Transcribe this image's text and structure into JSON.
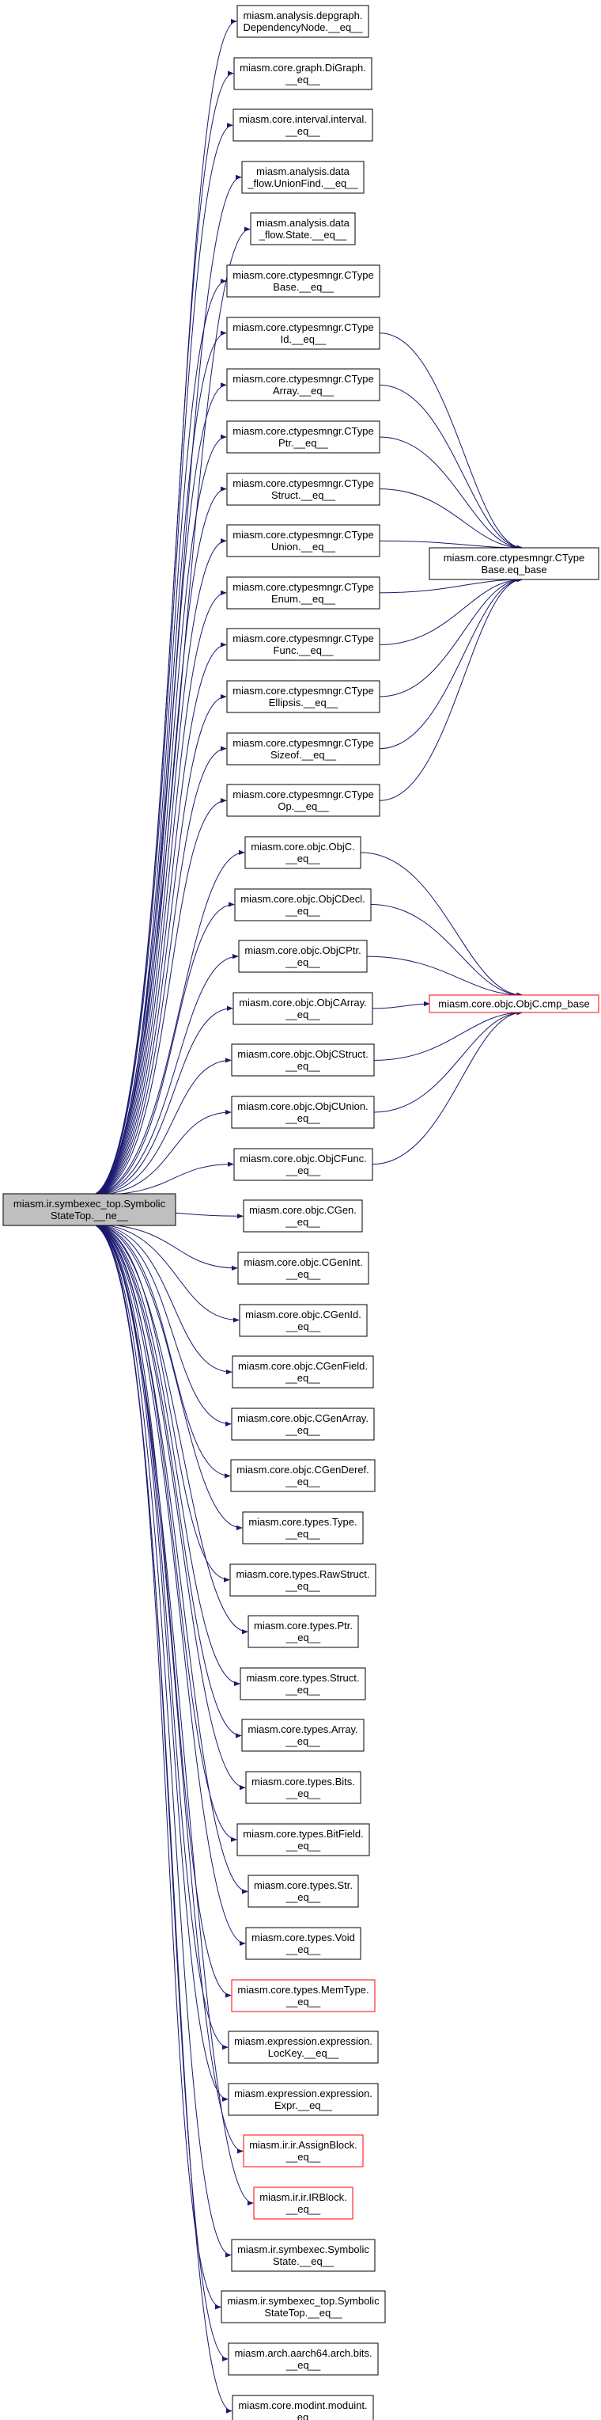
{
  "root": {
    "lines": [
      "miasm.ir.symbexec_top.Symbolic",
      "StateTop.__ne__"
    ]
  },
  "targets": [
    {
      "id": "cmp_base",
      "lines": [
        "miasm.core.objc.ObjC.cmp_base"
      ],
      "incomplete": true
    },
    {
      "id": "eq_base",
      "lines": [
        "miasm.core.ctypesmngr.CType",
        "Base.eq_base"
      ],
      "incomplete": false
    }
  ],
  "nodes": [
    {
      "lines": [
        "miasm.analysis.depgraph.",
        "DependencyNode.__eq__"
      ],
      "incomplete": false
    },
    {
      "lines": [
        "miasm.core.graph.DiGraph.",
        "__eq__"
      ],
      "incomplete": false
    },
    {
      "lines": [
        "miasm.core.interval.interval.",
        "__eq__"
      ],
      "incomplete": false
    },
    {
      "lines": [
        "miasm.analysis.data",
        "_flow.UnionFind.__eq__"
      ],
      "incomplete": false
    },
    {
      "lines": [
        "miasm.analysis.data",
        "_flow.State.__eq__"
      ],
      "incomplete": false
    },
    {
      "lines": [
        "miasm.core.ctypesmngr.CType",
        "Base.__eq__"
      ],
      "incomplete": false
    },
    {
      "lines": [
        "miasm.core.ctypesmngr.CType",
        "Id.__eq__"
      ],
      "incomplete": false,
      "link": "eq_base"
    },
    {
      "lines": [
        "miasm.core.ctypesmngr.CType",
        "Array.__eq__"
      ],
      "incomplete": false,
      "link": "eq_base"
    },
    {
      "lines": [
        "miasm.core.ctypesmngr.CType",
        "Ptr.__eq__"
      ],
      "incomplete": false,
      "link": "eq_base"
    },
    {
      "lines": [
        "miasm.core.ctypesmngr.CType",
        "Struct.__eq__"
      ],
      "incomplete": false,
      "link": "eq_base"
    },
    {
      "lines": [
        "miasm.core.ctypesmngr.CType",
        "Union.__eq__"
      ],
      "incomplete": false,
      "link": "eq_base"
    },
    {
      "lines": [
        "miasm.core.ctypesmngr.CType",
        "Enum.__eq__"
      ],
      "incomplete": false,
      "link": "eq_base"
    },
    {
      "lines": [
        "miasm.core.ctypesmngr.CType",
        "Func.__eq__"
      ],
      "incomplete": false,
      "link": "eq_base"
    },
    {
      "lines": [
        "miasm.core.ctypesmngr.CType",
        "Ellipsis.__eq__"
      ],
      "incomplete": false,
      "link": "eq_base"
    },
    {
      "lines": [
        "miasm.core.ctypesmngr.CType",
        "Sizeof.__eq__"
      ],
      "incomplete": false,
      "link": "eq_base"
    },
    {
      "lines": [
        "miasm.core.ctypesmngr.CType",
        "Op.__eq__"
      ],
      "incomplete": false,
      "link": "eq_base"
    },
    {
      "lines": [
        "miasm.core.objc.ObjC.",
        "__eq__"
      ],
      "incomplete": false,
      "link": "cmp_base"
    },
    {
      "lines": [
        "miasm.core.objc.ObjCDecl.",
        "__eq__"
      ],
      "incomplete": false,
      "link": "cmp_base"
    },
    {
      "lines": [
        "miasm.core.objc.ObjCPtr.",
        "__eq__"
      ],
      "incomplete": false,
      "link": "cmp_base"
    },
    {
      "lines": [
        "miasm.core.objc.ObjCArray.",
        "__eq__"
      ],
      "incomplete": false,
      "link": "cmp_base"
    },
    {
      "lines": [
        "miasm.core.objc.ObjCStruct.",
        "__eq__"
      ],
      "incomplete": false,
      "link": "cmp_base"
    },
    {
      "lines": [
        "miasm.core.objc.ObjCUnion.",
        "__eq__"
      ],
      "incomplete": false,
      "link": "cmp_base"
    },
    {
      "lines": [
        "miasm.core.objc.ObjCFunc.",
        "__eq__"
      ],
      "incomplete": false,
      "link": "cmp_base"
    },
    {
      "lines": [
        "miasm.core.objc.CGen.",
        "__eq__"
      ],
      "incomplete": false
    },
    {
      "lines": [
        "miasm.core.objc.CGenInt.",
        "__eq__"
      ],
      "incomplete": false
    },
    {
      "lines": [
        "miasm.core.objc.CGenId.",
        "__eq__"
      ],
      "incomplete": false
    },
    {
      "lines": [
        "miasm.core.objc.CGenField.",
        "__eq__"
      ],
      "incomplete": false
    },
    {
      "lines": [
        "miasm.core.objc.CGenArray.",
        "__eq__"
      ],
      "incomplete": false
    },
    {
      "lines": [
        "miasm.core.objc.CGenDeref.",
        "__eq__"
      ],
      "incomplete": false
    },
    {
      "lines": [
        "miasm.core.types.Type.",
        "__eq__"
      ],
      "incomplete": false
    },
    {
      "lines": [
        "miasm.core.types.RawStruct.",
        "__eq__"
      ],
      "incomplete": false
    },
    {
      "lines": [
        "miasm.core.types.Ptr.",
        "__eq__"
      ],
      "incomplete": false
    },
    {
      "lines": [
        "miasm.core.types.Struct.",
        "__eq__"
      ],
      "incomplete": false
    },
    {
      "lines": [
        "miasm.core.types.Array.",
        "__eq__"
      ],
      "incomplete": false
    },
    {
      "lines": [
        "miasm.core.types.Bits.",
        "__eq__"
      ],
      "incomplete": false
    },
    {
      "lines": [
        "miasm.core.types.BitField.",
        "__eq__"
      ],
      "incomplete": false
    },
    {
      "lines": [
        "miasm.core.types.Str.",
        "__eq__"
      ],
      "incomplete": false
    },
    {
      "lines": [
        "miasm.core.types.Void",
        "__eq__"
      ],
      "incomplete": false
    },
    {
      "lines": [
        "miasm.core.types.MemType.",
        "__eq__"
      ],
      "incomplete": true
    },
    {
      "lines": [
        "miasm.expression.expression.",
        "LocKey.__eq__"
      ],
      "incomplete": false
    },
    {
      "lines": [
        "miasm.expression.expression.",
        "Expr.__eq__"
      ],
      "incomplete": false
    },
    {
      "lines": [
        "miasm.ir.ir.AssignBlock.",
        "__eq__"
      ],
      "incomplete": true
    },
    {
      "lines": [
        "miasm.ir.ir.IRBlock.",
        "__eq__"
      ],
      "incomplete": true
    },
    {
      "lines": [
        "miasm.ir.symbexec.Symbolic",
        "State.__eq__"
      ],
      "incomplete": false
    },
    {
      "lines": [
        "miasm.ir.symbexec_top.Symbolic",
        "StateTop.__eq__"
      ],
      "incomplete": false
    },
    {
      "lines": [
        "miasm.arch.aarch64.arch.bits.",
        "__eq__"
      ],
      "incomplete": false
    },
    {
      "lines": [
        "miasm.core.modint.moduint.",
        "__eq__"
      ],
      "incomplete": false
    }
  ],
  "colors": {
    "edge": "#191970",
    "node_border": "#000000",
    "incomplete_border": "#ff0000",
    "root_fill": "#bfbfbf",
    "node_fill": "#ffffff",
    "text": "#000000"
  }
}
